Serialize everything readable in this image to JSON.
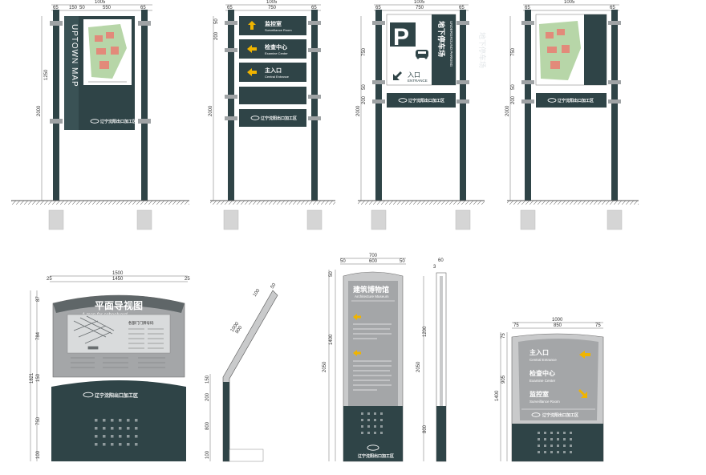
{
  "colors": {
    "panel": "#2f4447",
    "grey_panel": "#a4a6a8",
    "silver": "#c9cacb",
    "arrow": "#f0b400",
    "ground": "#555555",
    "foundation": "#d5d5d5"
  },
  "icons": {
    "arrow_up": "arrow-up-icon",
    "arrow_left": "arrow-left-icon",
    "arrow_down_left": "arrow-down-left-icon",
    "arrow_down_right": "arrow-down-right-icon",
    "parking": "parking-p-icon",
    "car": "car-icon",
    "logo": "zone-logo-icon"
  },
  "org_name": "辽宁沈阳出口加工区",
  "top_row": {
    "sign1": {
      "dims_top": [
        "65",
        "1005",
        "150",
        "50",
        "550",
        "65"
      ],
      "dims_left": [
        "1250",
        "2000"
      ],
      "vertical_text": "UPTOWN MAP"
    },
    "sign2": {
      "dims_top": [
        "65",
        "1005",
        "750",
        "65"
      ],
      "dims_left": [
        "50",
        "200",
        "2000"
      ],
      "items": [
        {
          "cn": "监控室",
          "en": "Surveillance Room"
        },
        {
          "cn": "检查中心",
          "en": "Examine Center"
        },
        {
          "cn": "主入口",
          "en": "Central Entrance"
        }
      ]
    },
    "sign3": {
      "dims_top": [
        "65",
        "1005",
        "750",
        "65"
      ],
      "dims_left": [
        "750",
        "50",
        "200",
        "2000"
      ],
      "letter": "P",
      "title_cn": "地下停车场",
      "title_en": "UNDERGROUND PARKING",
      "entry_cn": "入口",
      "entry_en": "ENTRANCE"
    },
    "sign4": {
      "dims_top": [
        "65",
        "1005",
        "65"
      ],
      "dims_left": [
        "750",
        "50",
        "200",
        "2000"
      ],
      "side_text": "地下停车场"
    }
  },
  "bottom_row": {
    "sign5": {
      "dims_top": [
        "1500",
        "1450",
        "25",
        "25"
      ],
      "dims_left": [
        "1821",
        "87",
        "784",
        "150",
        "750",
        "100"
      ],
      "title_cn": "平面导视图",
      "title_en": "A map for schoolyard",
      "legend_title": "各部门门牌号码"
    },
    "sign6": {
      "dims_diag": [
        "100",
        "50",
        "1000",
        "900"
      ],
      "dims_left": [
        "150",
        "200",
        "800",
        "100"
      ]
    },
    "sign7": {
      "dims_top": [
        "700",
        "50",
        "600",
        "50"
      ],
      "dims_left": [
        "50",
        "1400",
        "2050"
      ],
      "title_cn": "建筑博物馆",
      "title_en": "Architecture Museum"
    },
    "sign8": {
      "dims_top": [
        "60",
        "3"
      ],
      "dims_left": [
        "1200",
        "2050",
        "800"
      ]
    },
    "sign9": {
      "dims_top": [
        "1000",
        "75",
        "850",
        "75"
      ],
      "dims_left": [
        "75",
        "905",
        "1400"
      ],
      "items": [
        {
          "cn": "主入口",
          "en": "Central Entrance"
        },
        {
          "cn": "检查中心",
          "en": "Examine Center"
        },
        {
          "cn": "监控室",
          "en": "Surveillance Room"
        }
      ]
    }
  }
}
